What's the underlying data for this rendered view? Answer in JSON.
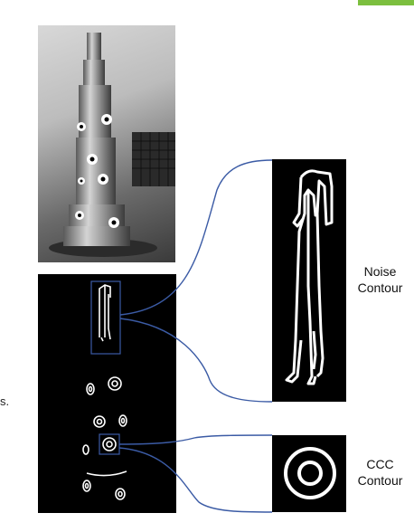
{
  "labels": {
    "noise_line1": "Noise",
    "noise_line2": "Contour",
    "ccc_line1": "CCC",
    "ccc_line2": "Contour",
    "stray_char": "s."
  },
  "colors": {
    "connector": "#3b5ba5",
    "contour": "#ffffff",
    "panel_bg": "#000000",
    "accent_tab": "#7cbf3f"
  }
}
